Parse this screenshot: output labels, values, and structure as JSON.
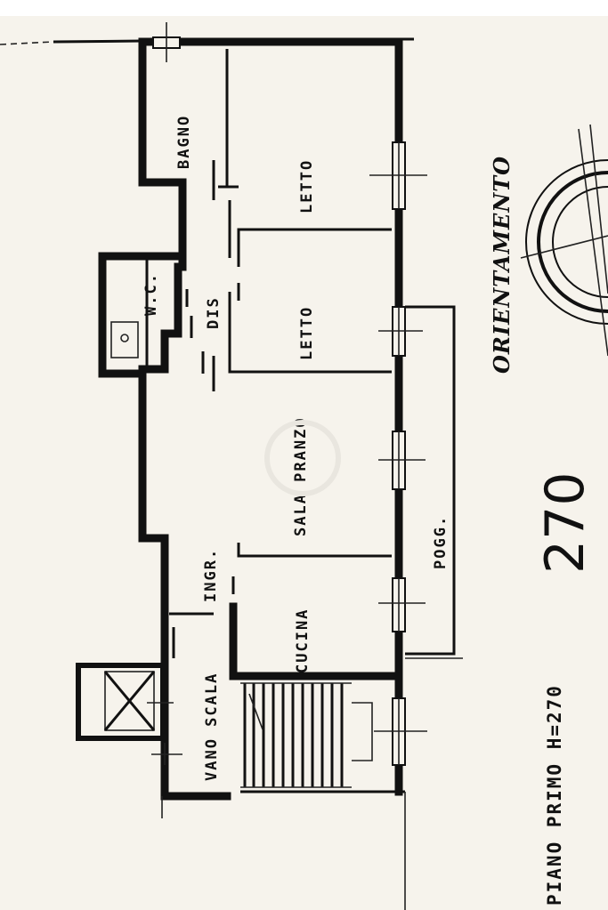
{
  "title": "PIANO PRIMO H=270",
  "orientation_label": "ORIENTAMENTO",
  "handwritten_number": "270",
  "rooms": {
    "bagno": "BAGNO",
    "letto_1": "LETTO",
    "letto_2": "LETTO",
    "wc": "W.C.",
    "dis": "DIS",
    "sala_pranzo": "SALA PRANZO",
    "ingresso": "INGR.",
    "cucina": "CUCINA",
    "vano_scala": "VANO SCALA",
    "poggiolo": "POGG."
  }
}
